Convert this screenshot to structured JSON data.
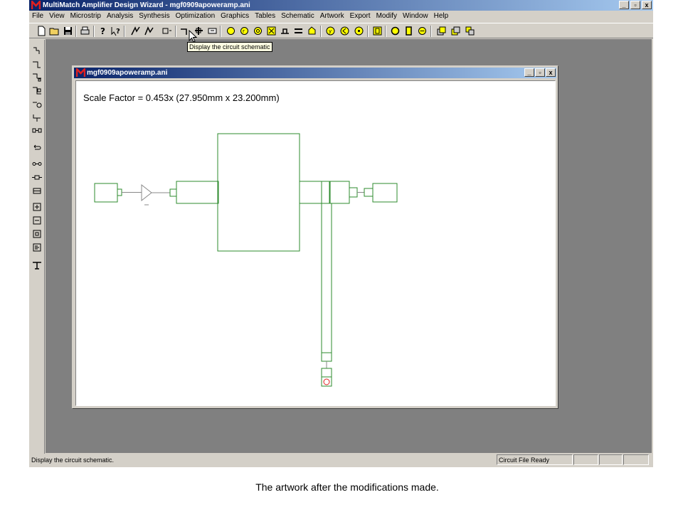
{
  "window": {
    "title": "MultiMatch Amplifier Design Wizard - mgf0909apoweramp.ani",
    "minimize": "_",
    "maximize": "▫",
    "close": "x"
  },
  "menu": [
    "File",
    "View",
    "Microstrip",
    "Analysis",
    "Synthesis",
    "Optimization",
    "Graphics",
    "Tables",
    "Schematic",
    "Artwork",
    "Export",
    "Modify",
    "Window",
    "Help"
  ],
  "toolbar": {
    "tooltip": "Display the circuit schematic"
  },
  "child_window": {
    "title": "mgf0909apoweramp.ani",
    "scale_text": "Scale Factor =  0.453x (27.950mm x 23.200mm)"
  },
  "status": {
    "message": "Display the circuit schematic.",
    "state": "Circuit File Ready"
  },
  "colors": {
    "trace": "#2e8b2e",
    "titlebar_start": "#0a246a",
    "titlebar_end": "#a6caf0",
    "workspace": "#808080"
  },
  "caption": "The artwork after the modifications made."
}
